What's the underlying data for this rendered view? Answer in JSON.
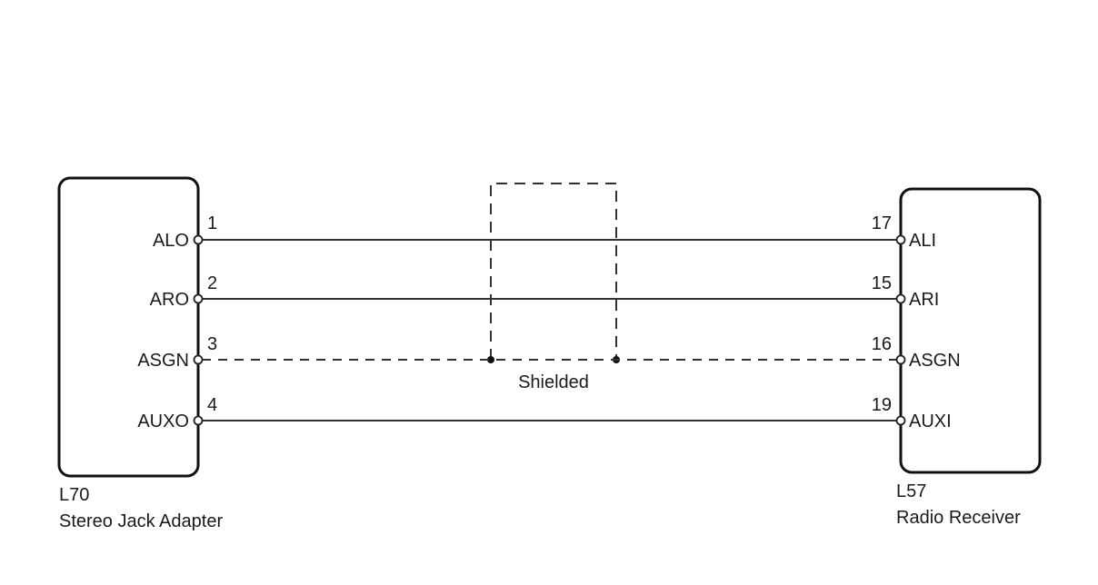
{
  "left_connector": {
    "code": "L70",
    "name": "Stereo Jack Adapter",
    "pins": [
      {
        "name": "ALO",
        "number": "1"
      },
      {
        "name": "ARO",
        "number": "2"
      },
      {
        "name": "ASGN",
        "number": "3"
      },
      {
        "name": "AUXO",
        "number": "4"
      }
    ]
  },
  "right_connector": {
    "code": "L57",
    "name": "Radio Receiver",
    "pins": [
      {
        "name": "ALI",
        "number": "17"
      },
      {
        "name": "ARI",
        "number": "15"
      },
      {
        "name": "ASGN",
        "number": "16"
      },
      {
        "name": "AUXI",
        "number": "19"
      }
    ]
  },
  "shield": {
    "label": "Shielded"
  }
}
